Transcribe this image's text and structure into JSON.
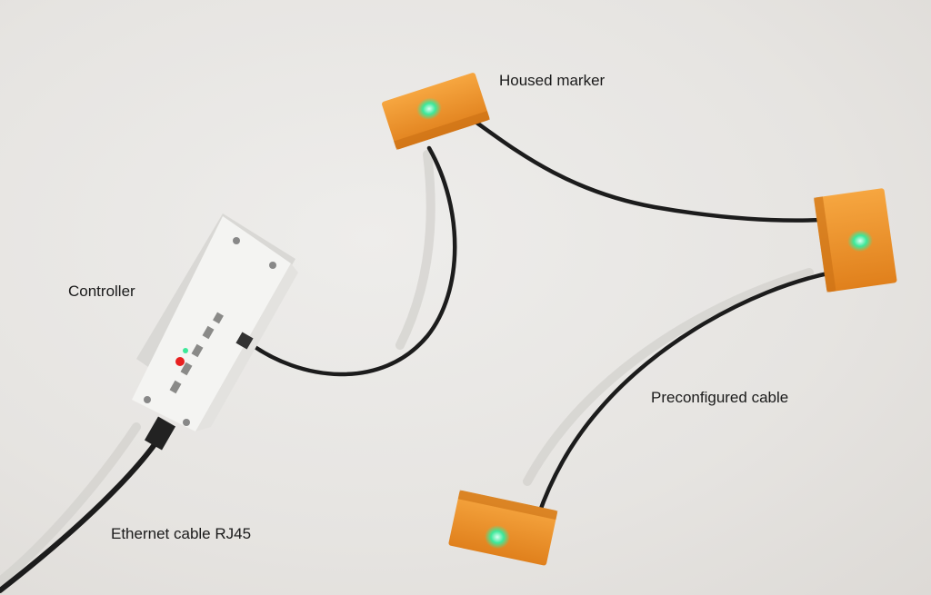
{
  "labels": {
    "housed_marker": "Housed marker",
    "controller": "Controller",
    "preconfigured_cable": "Preconfigured cable",
    "ethernet_cable": "Ethernet cable RJ45"
  },
  "colors": {
    "marker_orange": "#f0962a",
    "led_green": "#3de89a",
    "led_red": "#e82020",
    "cable": "#1c1c1c",
    "controller_white": "#f4f4f2"
  }
}
